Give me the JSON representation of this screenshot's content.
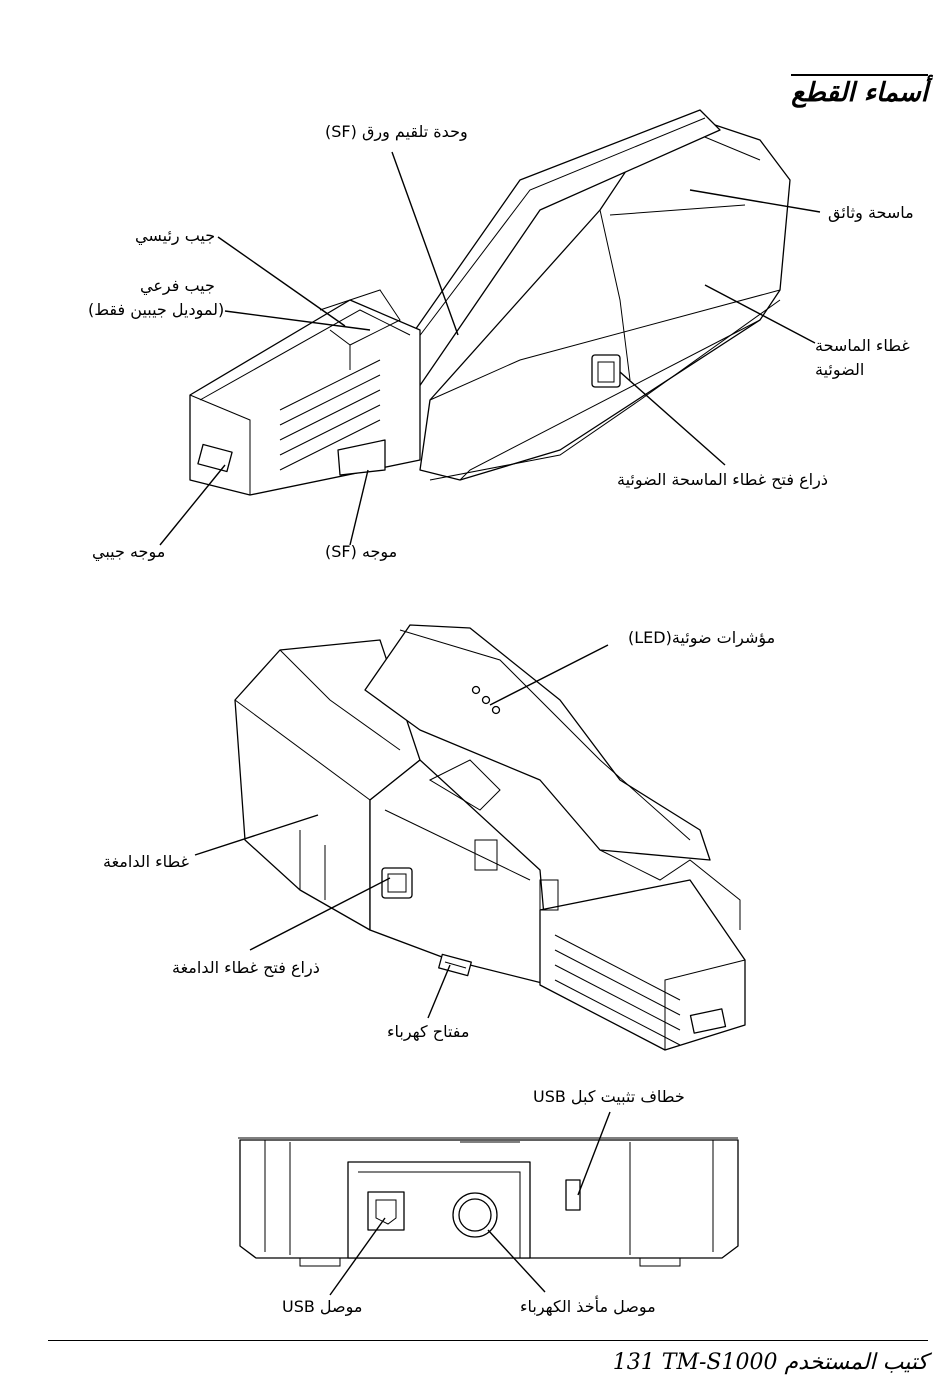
{
  "page": {
    "title": "أسماء القطع",
    "footer_page_number": "131",
    "footer_text": "كتيب المستخدم TM-S1000"
  },
  "figure1": {
    "labels": {
      "sf_franking_unit": "وحدة تلقيم ورق (SF)",
      "main_pocket": "جيب رئيسي",
      "sub_pocket": "جيب فرعي",
      "sub_pocket_note": "(لموديل جيبين فقط)",
      "document_scanner": "ماسحة وثائق",
      "scanner_cover": "غطاء الماسحة",
      "scanner_cover_2": "الضوئية",
      "scanner_cover_open_lever": "ذراع فتح غطاء الماسحة الضوئية",
      "pocket_guide": "موجه جيبي",
      "sf_guide": "موجه (SF)"
    }
  },
  "figure2": {
    "labels": {
      "led_indicators": "مؤشرات ضوئية(LED)",
      "stamp_cover": "غطاء الدامغة",
      "stamp_cover_open_lever": "ذراع فتح غطاء الدامغة",
      "power_switch": "مفتاح كهرباء"
    }
  },
  "figure3": {
    "labels": {
      "usb_cable_hook": "خطاف تثبيت كبل USB",
      "usb_connector": "موصل USB",
      "power_connector": "موصل مأخذ الكهرباء"
    }
  }
}
